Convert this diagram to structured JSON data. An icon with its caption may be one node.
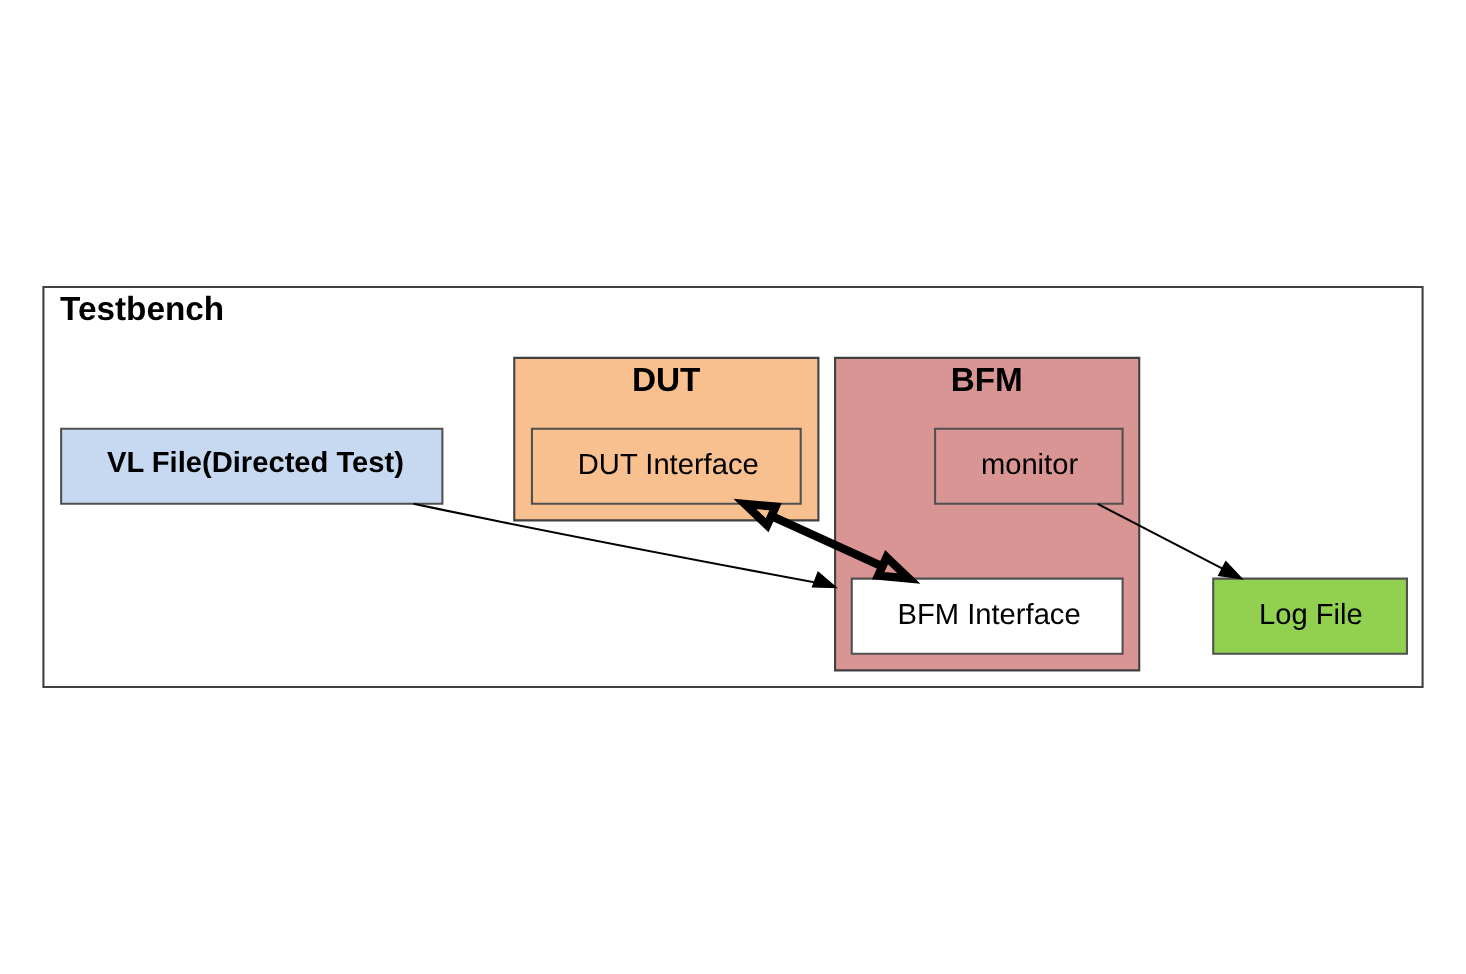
{
  "diagram": {
    "nodes": [
      {
        "text": [
          "Testbench"
        ]
      },
      {
        "text": [
          "DUT"
        ],
        "in": 0
      },
      {
        "text": [
          "DUT Interface"
        ],
        "in": 1
      },
      {
        "text": [
          "BFM"
        ],
        "in": 0
      },
      {
        "text": [
          "BFM Interface"
        ],
        "in": 3
      },
      {
        "text": [
          "monitor"
        ],
        "in": 3
      },
      {
        "text": [
          "VL File(Directed Test)"
        ],
        "in": 0
      },
      {
        "text": [
          "Log File"
        ],
        "in": 0
      }
    ],
    "edges": [
      {
        "from": 2,
        "to": 4,
        "arrow": "both",
        "style": "thick"
      },
      {
        "from": 6,
        "to": 3,
        "arrow": "to"
      },
      {
        "from": 5,
        "to": 7,
        "arrow": "to"
      }
    ]
  }
}
